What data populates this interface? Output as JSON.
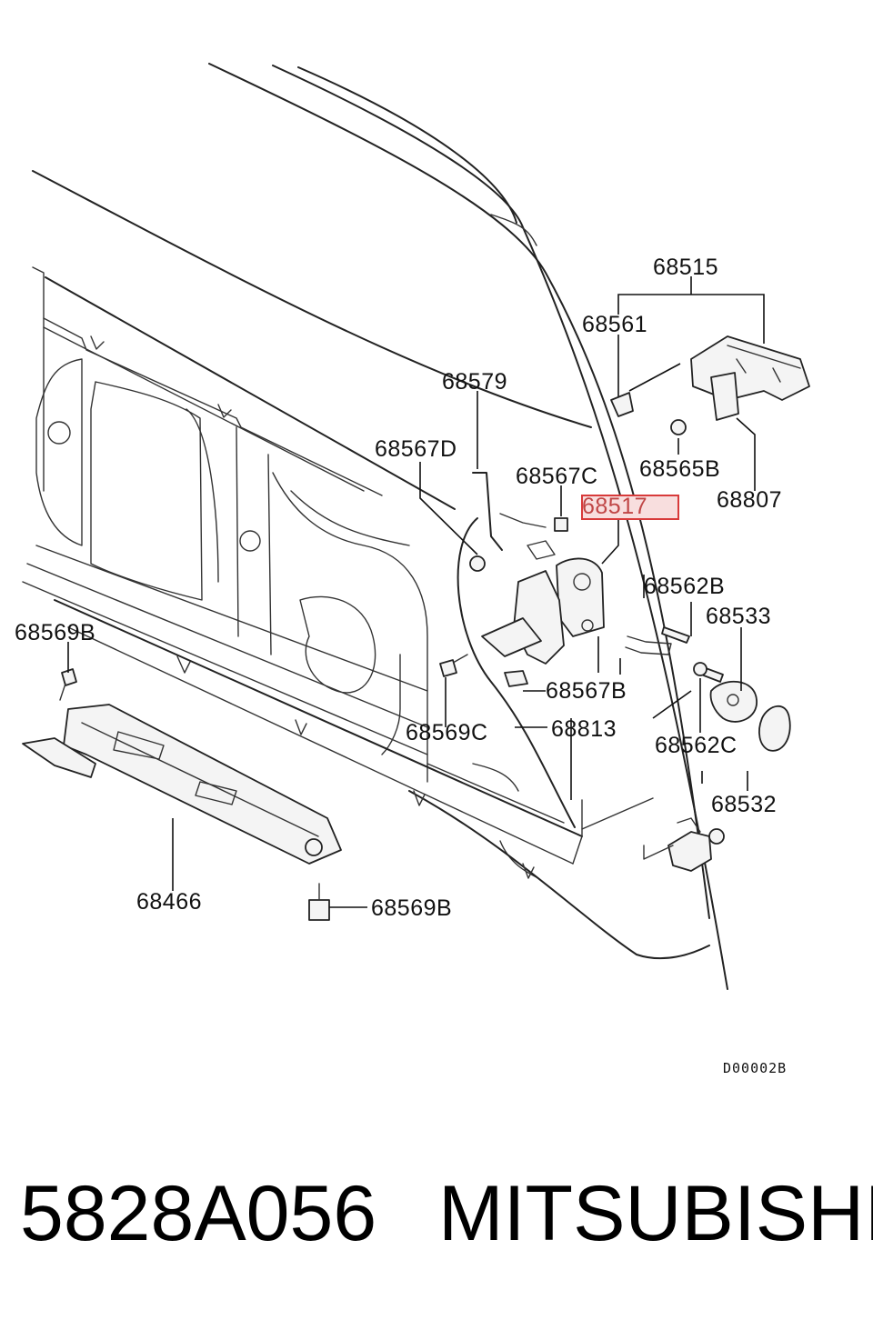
{
  "diagram": {
    "labels": {
      "p68515": "68515",
      "p68561": "68561",
      "p68579": "68579",
      "p68567D": "68567D",
      "p68567C": "68567C",
      "p68565B": "68565B",
      "p68517": "68517",
      "p68807": "68807",
      "p68562B": "68562B",
      "p68533": "68533",
      "p68569B_left": "68569B",
      "p68567B": "68567B",
      "p68569C": "68569C",
      "p68813": "68813",
      "p68562C": "68562C",
      "p68532": "68532",
      "p68466": "68466",
      "p68569B_bottom": "68569B"
    },
    "highlighted_part": "68517",
    "highlight_color": "#d83a3a",
    "diagram_code": "D00002B"
  },
  "footer": {
    "part_number": "5828A056",
    "brand": "MITSUBISHI"
  }
}
